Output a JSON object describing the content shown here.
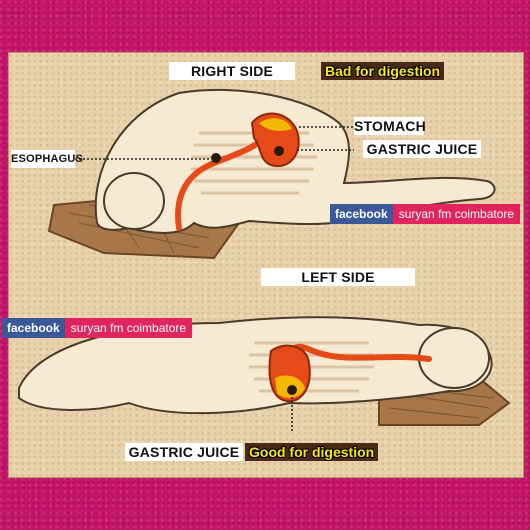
{
  "top": {
    "side_label": "RIGHT SIDE",
    "verdict": "Bad for digestion",
    "stomach_label": "STOMACH",
    "gastric_label": "GASTRIC JUICE",
    "esophagus_label": "ESOPHAGUS"
  },
  "bottom": {
    "side_label": "LEFT SIDE",
    "gastric_label": "GASTRIC JUICE",
    "verdict": "Good for digestion"
  },
  "watermarks": [
    {
      "brand": "facebook",
      "name": "suryan fm coimbatore"
    },
    {
      "brand": "facebook",
      "name": "suryan fm coimbatore"
    }
  ],
  "colors": {
    "border": "#c6166a",
    "background": "#e8d2ab",
    "stomach": "#e64a19",
    "juice": "#f5b800",
    "verdict_text": "#f7e81a",
    "facebook_blue": "#3b5998",
    "watermark_pink": "#e0245e"
  }
}
